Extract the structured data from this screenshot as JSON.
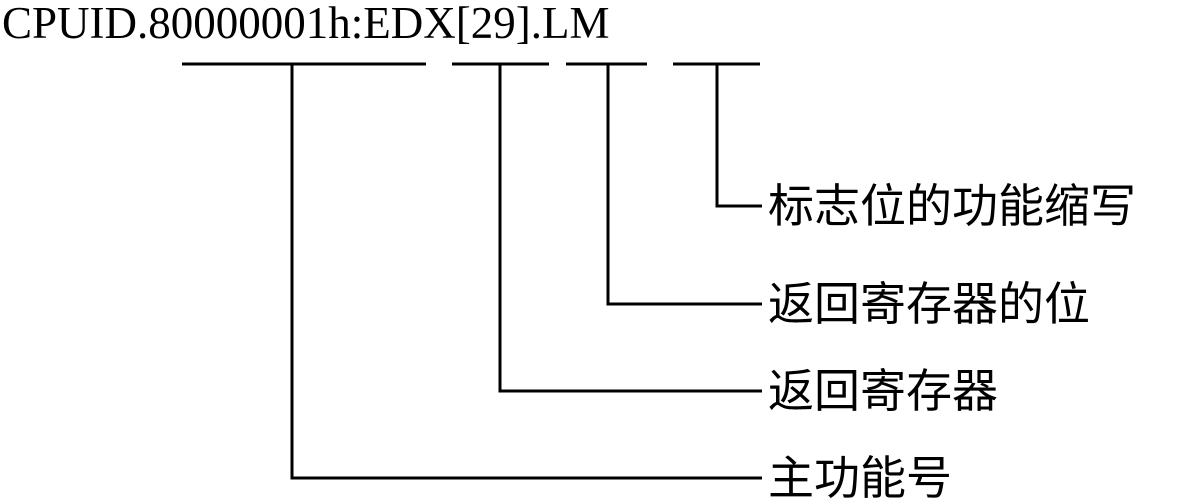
{
  "notation": {
    "part1": "CPUID.",
    "part2": "80000001h",
    "part3": ":",
    "part4": "EDX",
    "part5": "[29]",
    "part6": ".",
    "part7": "LM"
  },
  "labels": {
    "flag_abbrev": "标志位的功能缩写",
    "register_bit": "返回寄存器的位",
    "register": "返回寄存器",
    "main_function": "主功能号"
  }
}
